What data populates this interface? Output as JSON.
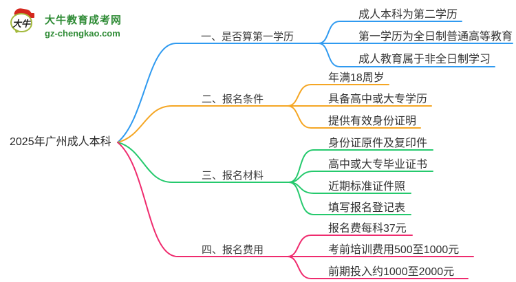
{
  "logo": {
    "icon_text": "大牛",
    "title": "大牛教育成考网",
    "domain": "gz-chengkao.com",
    "brand_color": "#2e8b35",
    "accent_red": "#d4281e"
  },
  "root": {
    "label": "2025年广州成人本科"
  },
  "branches": [
    {
      "label": "一、是否算第一学历",
      "color": "#2f9af0",
      "children": [
        "成人本科为第二学历",
        "第一学历为全日制普通高等教育",
        "成人教育属于非全日制学习"
      ]
    },
    {
      "label": "二、报名条件",
      "color": "#f5a623",
      "children": [
        "年满18周岁",
        "具备高中或大专学历",
        "提供有效身份证明"
      ]
    },
    {
      "label": "三、报名材料",
      "color": "#25c96d",
      "children": [
        "身份证原件及复印件",
        "高中或大专毕业证书",
        "近期标准证件照",
        "填写报名登记表"
      ]
    },
    {
      "label": "四、报名费用",
      "color": "#ef2b6e",
      "children": [
        "报名费每科37元",
        "考前培训费用500至1000元",
        "前期投入约1000至2000元"
      ]
    }
  ]
}
